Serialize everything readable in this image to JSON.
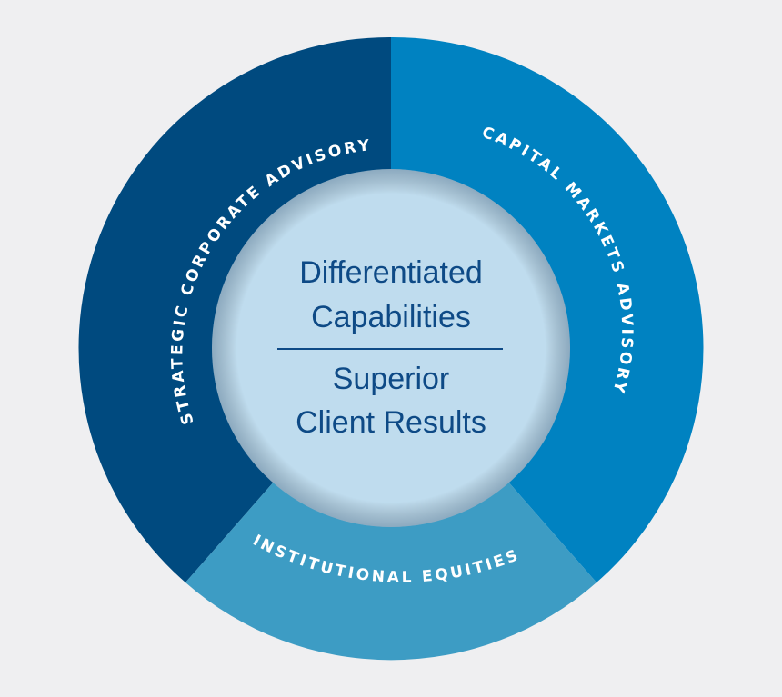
{
  "segments": [
    {
      "label": "STRATEGIC CORPORATE ADVISORY",
      "color": "#004a7f"
    },
    {
      "label": "CAPITAL MARKETS ADVISORY",
      "color": "#0082c1"
    },
    {
      "label": "INSTITUTIONAL EQUITIES",
      "color": "#3d9cc4"
    }
  ],
  "center": {
    "top_line_1": "Differentiated",
    "top_line_2": "Capabilities",
    "bottom_line_1": "Superior",
    "bottom_line_2": "Client Results",
    "fill_color": "#bfdcee",
    "text_color": "#0e4a86"
  }
}
